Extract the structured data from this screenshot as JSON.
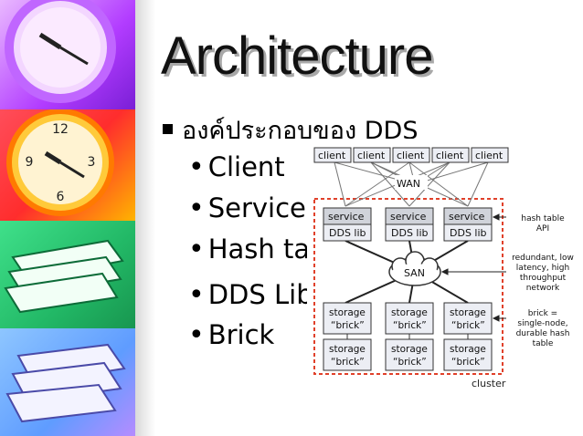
{
  "slide": {
    "title": "Architecture",
    "bullet": "องค์ประกอบของ DDS",
    "sub_bullets": [
      "Client",
      "Service",
      "Hash tal",
      "DDS Lib",
      "Brick"
    ]
  },
  "diagram": {
    "clients": [
      "client",
      "client",
      "client",
      "client",
      "client"
    ],
    "wan": "WAN",
    "service_label": "service",
    "lib_label": "DDS lib",
    "san": "SAN",
    "storage_label": "storage",
    "brick_label": "“brick”",
    "cluster_label": "cluster",
    "notes": {
      "hash_api": [
        "hash table",
        "API"
      ],
      "network": [
        "redundant, low",
        "latency, high",
        "throughput",
        "network"
      ],
      "brick": [
        "brick =",
        "single-node,",
        "durable hash",
        "table"
      ]
    }
  },
  "colors": {
    "cluster_border": "#e0402a",
    "box_fill": "#eceef4",
    "header_fill": "#d0d3da"
  }
}
